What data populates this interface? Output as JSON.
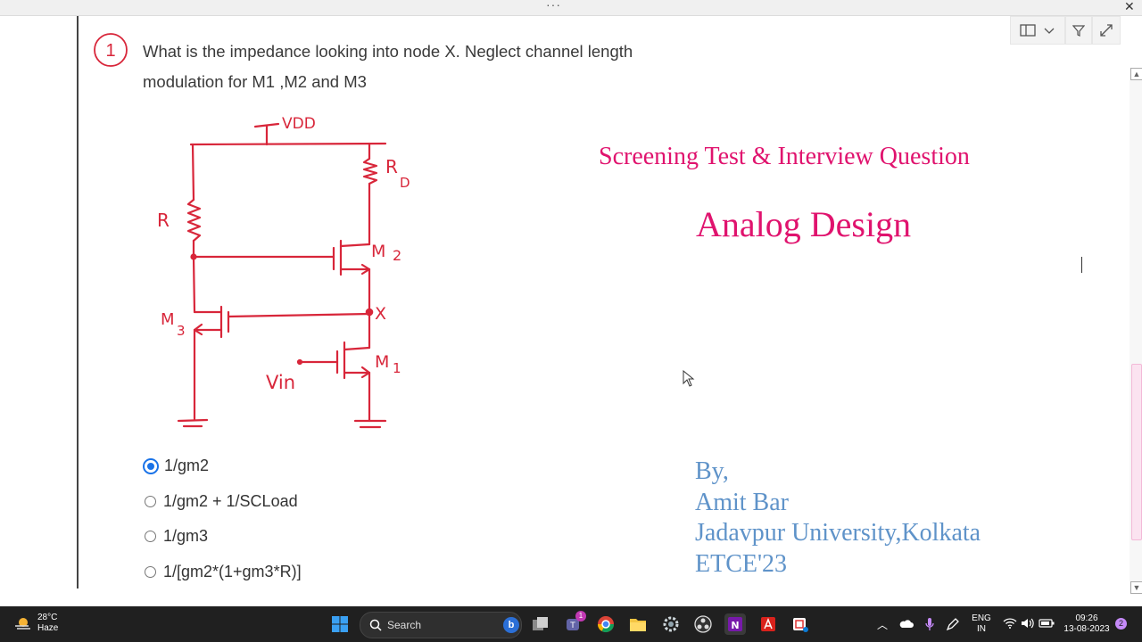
{
  "question": {
    "number": "1",
    "line1": "What is the impedance looking into node X. Neglect channel length",
    "line2": "modulation for M1 ,M2 and M3"
  },
  "circuit_labels": {
    "vdd": "VDD",
    "rd": "R",
    "rd_sub": "D",
    "r": "R",
    "m2": "M",
    "m2_sub": "2",
    "m3": "M",
    "m3_sub": "3",
    "x": "X",
    "m1": "M",
    "m1_sub": "1",
    "vin": "Vin"
  },
  "options": [
    {
      "label": "1/gm2",
      "selected": true
    },
    {
      "label": "1/gm2 + 1/SCLoad",
      "selected": false
    },
    {
      "label": "1/gm3",
      "selected": false
    },
    {
      "label": "1/[gm2*(1+gm3*R)]",
      "selected": false
    }
  ],
  "heading": {
    "main": "Screening Test & Interview Question",
    "sub": "Analog Design"
  },
  "author": {
    "by": "By,",
    "name": "Amit Bar",
    "university": "Jadavpur University,Kolkata",
    "dept": "ETCE'23"
  },
  "taskbar": {
    "temperature": "28°C",
    "weather": "Haze",
    "search_label": "Search",
    "lang_line1": "ENG",
    "lang_line2": "IN",
    "time": "09:26",
    "date": "13-08-2023",
    "notification_count": "2",
    "teams_badge": "1"
  },
  "colors": {
    "ink": "#d8263a",
    "heading": "#e0136e",
    "author": "#5f93c9",
    "radio_selected": "#1a73e8"
  },
  "icons": [
    "windows-start-icon",
    "search-icon",
    "bing-icon",
    "task-view-icon",
    "teams-icon",
    "chrome-icon",
    "file-explorer-icon",
    "settings-icon",
    "obs-icon",
    "onenote-icon",
    "acrobat-icon",
    "snipping-icon",
    "chevron-up-icon",
    "onedrive-icon",
    "microphone-icon",
    "pen-icon",
    "wifi-icon",
    "volume-icon",
    "battery-icon"
  ]
}
